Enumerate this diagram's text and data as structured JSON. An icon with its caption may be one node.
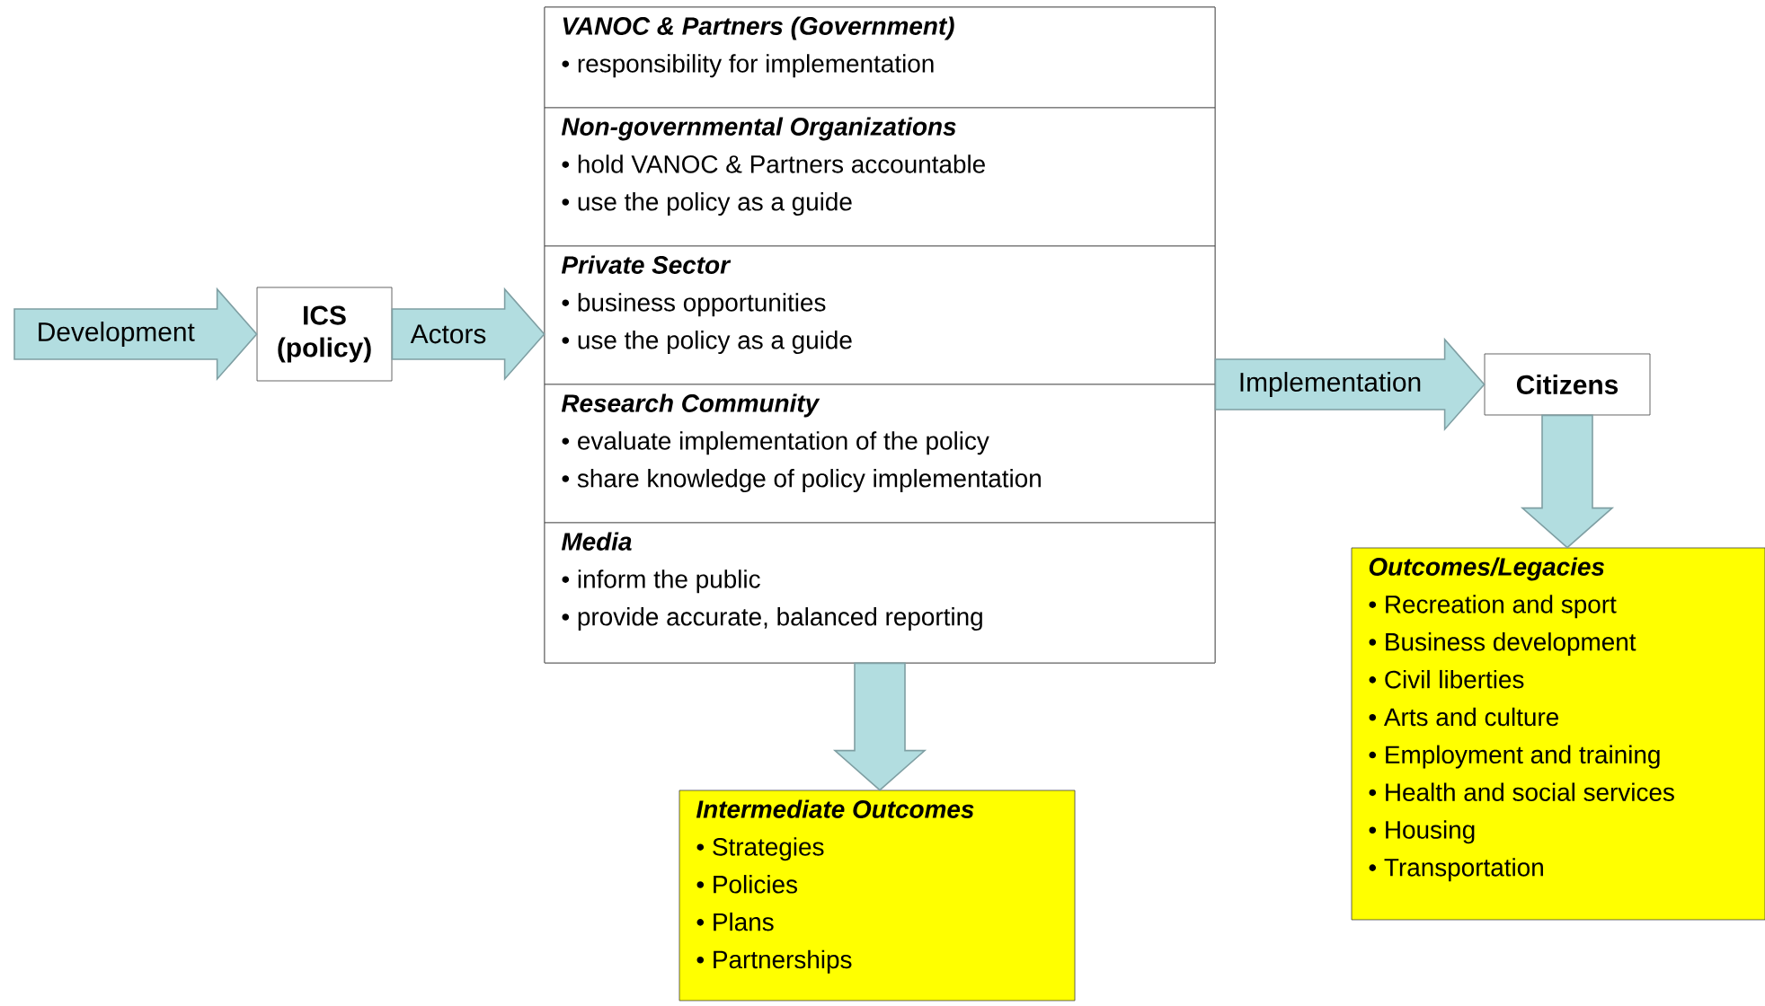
{
  "diagram": {
    "nodes": [
      {
        "text": [
          "ICS (policy)"
        ]
      },
      {
        "text": [],
        "shape": "box"
      },
      {
        "text": [
          "VANOC & Partners (Government)",
          "• responsibility for implementation"
        ],
        "in": 1
      },
      {
        "text": [
          "Non-governmental Organizations",
          "• hold VANOC & Partners accountable",
          "• use the policy as a guide"
        ],
        "in": 1
      },
      {
        "text": [
          "Private Sector",
          "• business opportunities",
          "• use the policy as a guide"
        ],
        "in": 1
      },
      {
        "text": [
          "Research Community",
          "• evaluate implementation of the policy",
          "• share knowledge of policy implementation"
        ],
        "in": 1
      },
      {
        "text": [
          "Media",
          "• inform the public",
          "• provide accurate, balanced reporting"
        ],
        "in": 1
      },
      {
        "text": [
          "Citizens"
        ]
      },
      {
        "text": [
          "Outcomes/Legacies",
          "• Recreation and sport",
          "• Business development",
          "• Civil liberties",
          "• Arts and culture",
          "• Employment and training",
          "• Health and social services",
          "• Housing",
          "• Transportation"
        ]
      },
      {
        "text": [
          "Intermediate Outcomes",
          "• Strategies",
          "• Policies",
          "• Plans",
          "• Partnerships"
        ]
      }
    ],
    "edges": [
      {
        "from": null,
        "to": 0,
        "arrow": "to",
        "label": "Development"
      },
      {
        "from": 0,
        "to": 1,
        "arrow": "to",
        "label": "Actors"
      },
      {
        "from": 1,
        "to": 7,
        "arrow": "to",
        "label": "Implementation"
      },
      {
        "from": 7,
        "to": 8,
        "arrow": "to"
      },
      {
        "from": 1,
        "to": 9,
        "arrow": "to"
      }
    ]
  }
}
